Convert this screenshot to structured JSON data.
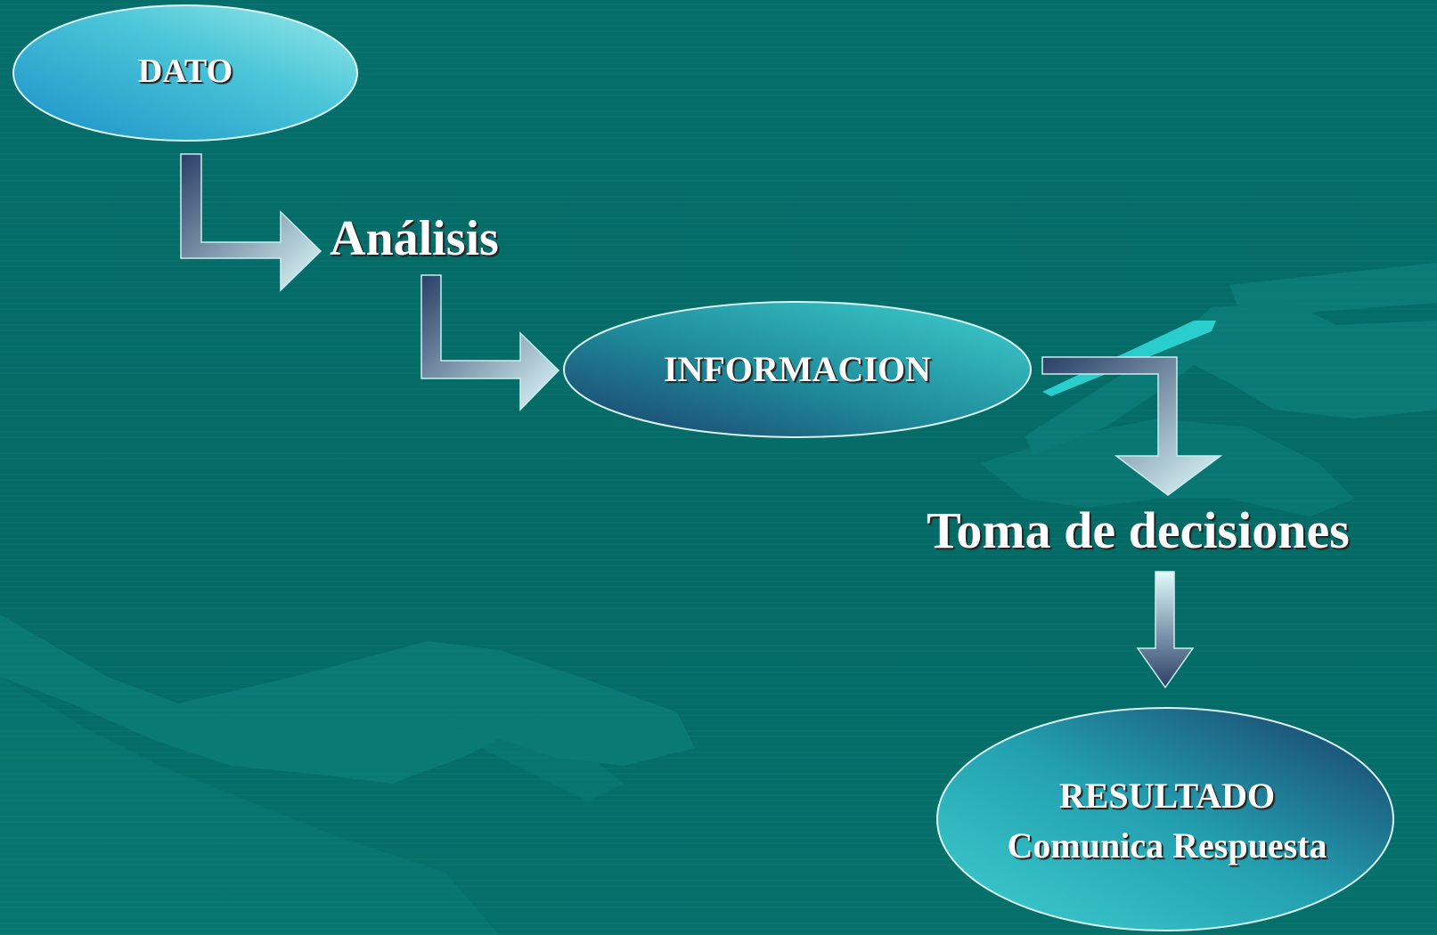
{
  "diagram": {
    "nodes": {
      "dato": {
        "label": "DATO"
      },
      "analisis": {
        "label": "Análisis"
      },
      "informacion": {
        "label": "INFORMACION"
      },
      "toma_decisiones": {
        "label": "Toma de decisiones"
      },
      "resultado": {
        "title": "RESULTADO",
        "subtitle": "Comunica Respuesta"
      }
    },
    "colors": {
      "background": "#03706a",
      "ellipse_light": "#7fe0e0",
      "ellipse_dark": "#1e4a70",
      "arrow_light": "#d8fbfb",
      "arrow_dark": "#2a4068",
      "text": "#ffffff"
    }
  }
}
